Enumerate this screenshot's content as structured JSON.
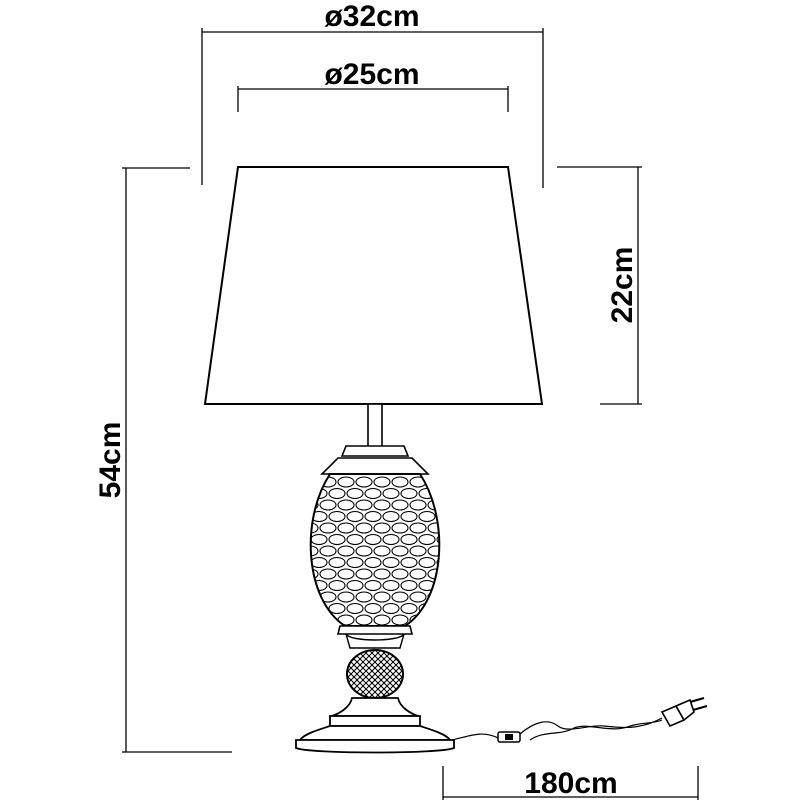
{
  "drawing": {
    "subject": "table lamp dimension drawing",
    "line_color": "#000000",
    "background": "#ffffff"
  },
  "dimensions": {
    "shade_outer_diameter": "ø32cm",
    "shade_inner_diameter": "ø25cm",
    "shade_height": "22cm",
    "total_height": "54cm",
    "cord_length": "180cm"
  },
  "icons": [
    "plug-icon",
    "switch-icon"
  ]
}
